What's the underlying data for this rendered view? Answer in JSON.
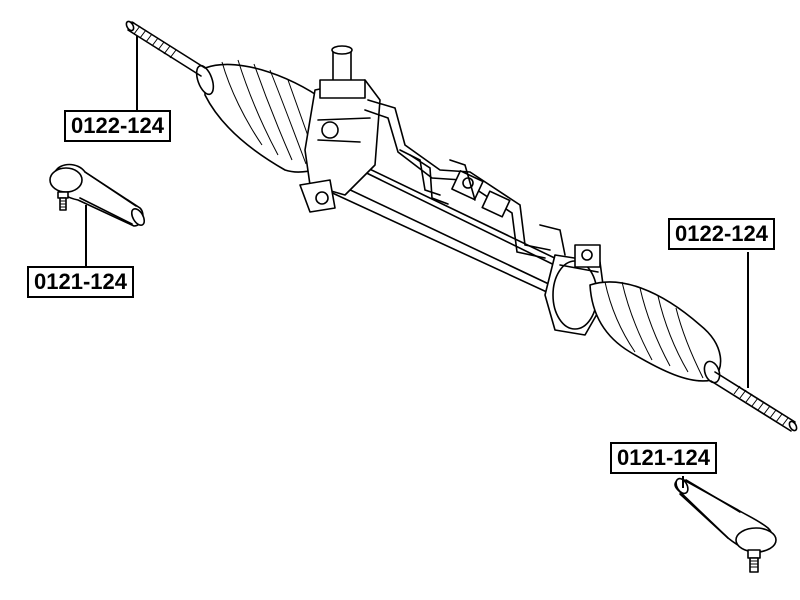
{
  "labels": {
    "inner_tie_rod_left": "0122-124",
    "tie_rod_end_left": "0121-124",
    "inner_tie_rod_right": "0122-124",
    "tie_rod_end_right": "0121-124"
  }
}
